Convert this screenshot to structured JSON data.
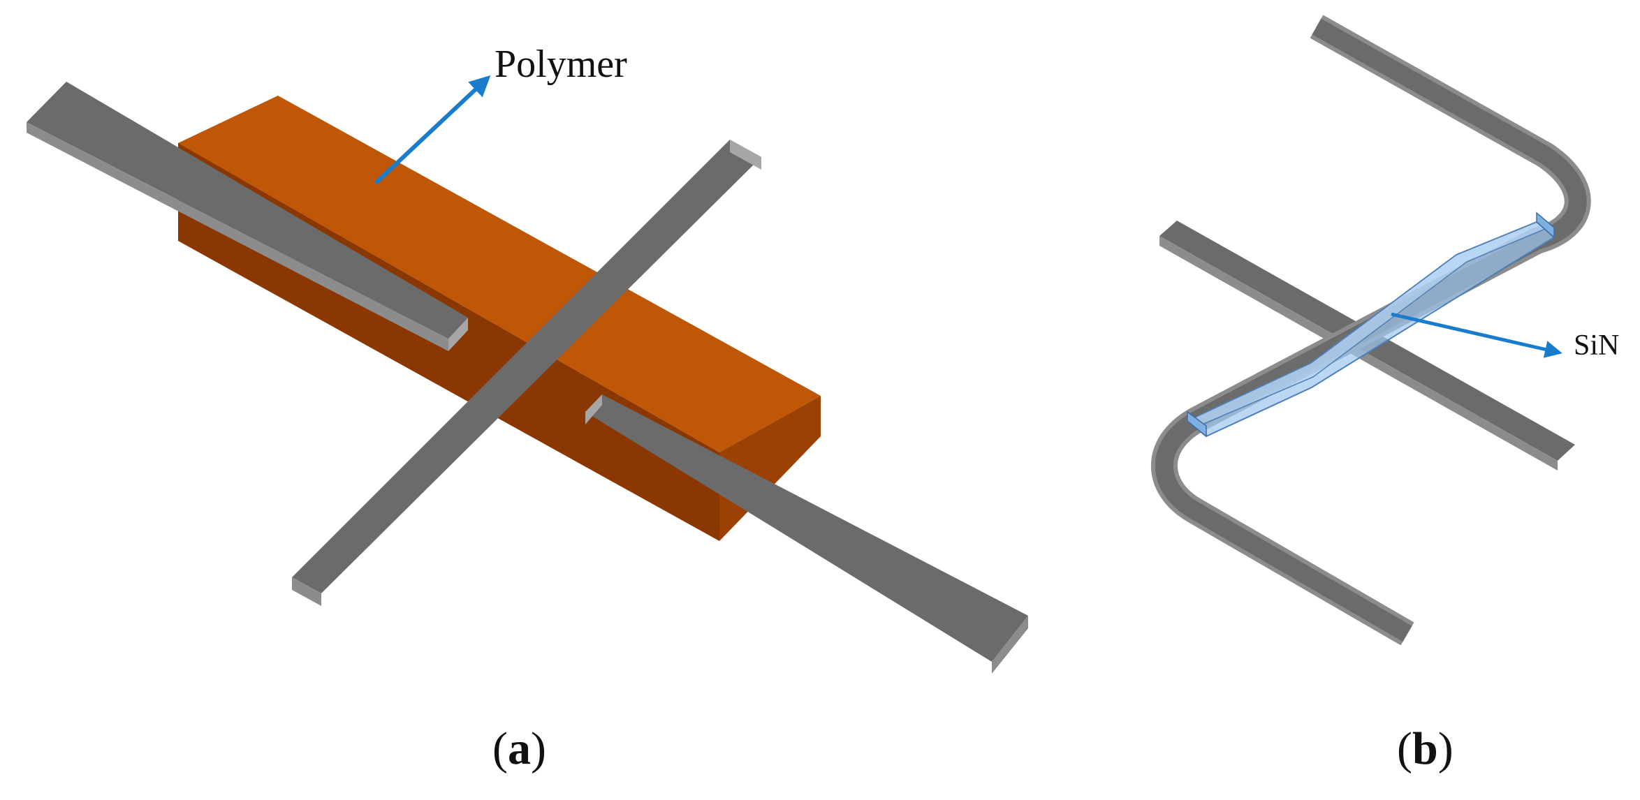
{
  "panel_a": {
    "callout_label": "Polymer",
    "caption_open": "(",
    "caption_letter": "a",
    "caption_close": ")"
  },
  "panel_b": {
    "callout_label": "SiN",
    "caption_open": "(",
    "caption_letter": "b",
    "caption_close": ")"
  },
  "colors": {
    "waveguide_top": "#6b6b6b",
    "waveguide_side": "#8c8c8c",
    "waveguide_light": "#a6a6a6",
    "polymer_top": "#bf5707",
    "polymer_side": "#8a3702",
    "polymer_end": "#c9895e",
    "sin_fill": "#9fc6ef",
    "sin_edge": "#4d7fb7",
    "arrow": "#1a7ccc"
  }
}
